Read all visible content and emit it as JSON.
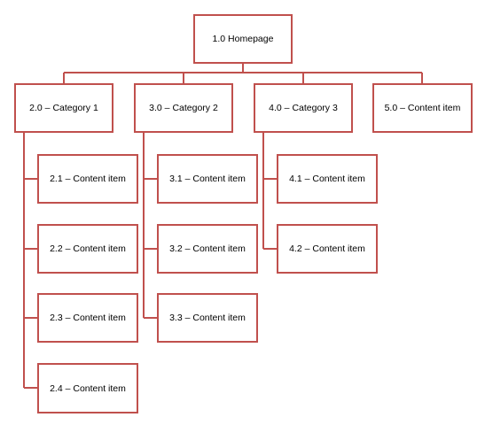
{
  "sitemap": {
    "root": {
      "label": "1.0 Homepage"
    },
    "categories": [
      {
        "label": "2.0 – Category 1",
        "items": [
          "2.1 – Content item",
          "2.2 – Content item",
          "2.3 – Content item",
          "2.4 – Content item"
        ]
      },
      {
        "label": "3.0 – Category 2",
        "items": [
          "3.1 – Content item",
          "3.2 – Content item",
          "3.3 – Content item"
        ]
      },
      {
        "label": "4.0 – Category 3",
        "items": [
          "4.1 – Content item",
          "4.2 – Content item"
        ]
      },
      {
        "label": "5.0 – Content item",
        "items": []
      }
    ]
  },
  "colors": {
    "connector": "#c0504d",
    "box_border": "#c0504d",
    "box_fill": "#ffffff",
    "text": "#000000"
  }
}
